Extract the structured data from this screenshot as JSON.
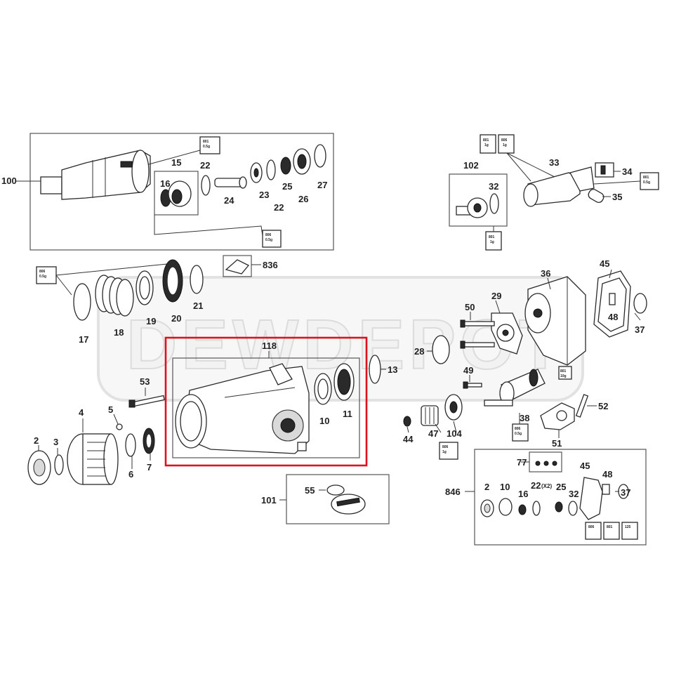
{
  "watermark": "DEWDEPOT",
  "labels": {
    "p100": "100",
    "p15": "15",
    "p16": "16",
    "p22a": "22",
    "p24": "24",
    "p23": "23",
    "p22b": "22",
    "p25": "25",
    "p26": "26",
    "p27": "27",
    "p102": "102",
    "p32": "32",
    "p33": "33",
    "p34": "34",
    "p35": "35",
    "p836": "836",
    "p17": "17",
    "p18": "18",
    "p19": "19",
    "p20": "20",
    "p21": "21",
    "p36": "36",
    "p45": "45",
    "p48": "48",
    "p37": "37",
    "p29": "29",
    "p50": "50",
    "p28": "28",
    "p118": "118",
    "p13": "13",
    "p10": "10",
    "p11": "11",
    "p53": "53",
    "p4": "4",
    "p5": "5",
    "p2": "2",
    "p3": "3",
    "p6": "6",
    "p7": "7",
    "p49": "49",
    "p52": "52",
    "p44": "44",
    "p47": "47",
    "p104": "104",
    "p38": "38",
    "p51": "51",
    "p101": "101",
    "p55": "55",
    "p77": "77",
    "p846": "846",
    "k45": "45",
    "k48": "48",
    "k2": "2",
    "k10": "10",
    "k16": "16",
    "k22": "22",
    "k22sub": "(X2)",
    "k25": "25",
    "k32": "32",
    "k37": "37"
  },
  "tags": {
    "t_top_a1": "801",
    "t_top_a2": "0.5g",
    "t_top_b1": "806",
    "t_top_b2": "0.5g",
    "t_q1a": "801",
    "t_q1b": "1g",
    "t_q2a": "806",
    "t_q2b": "1g",
    "t_q3a": "801",
    "t_q3b": "1g",
    "t_r1a": "801",
    "t_r1b": "0.5g",
    "t_l1a": "806",
    "t_l1b": "0.5g",
    "t_m1a": "806",
    "t_m1b": "0.5g",
    "t_c1a": "806",
    "t_c1b": "0.5g",
    "t_c2a": "806",
    "t_c2b": "1g",
    "t_s1a": "801",
    "t_s1b": "10g",
    "t_k1": "806",
    "t_k2": "801",
    "t_k3": "125"
  }
}
